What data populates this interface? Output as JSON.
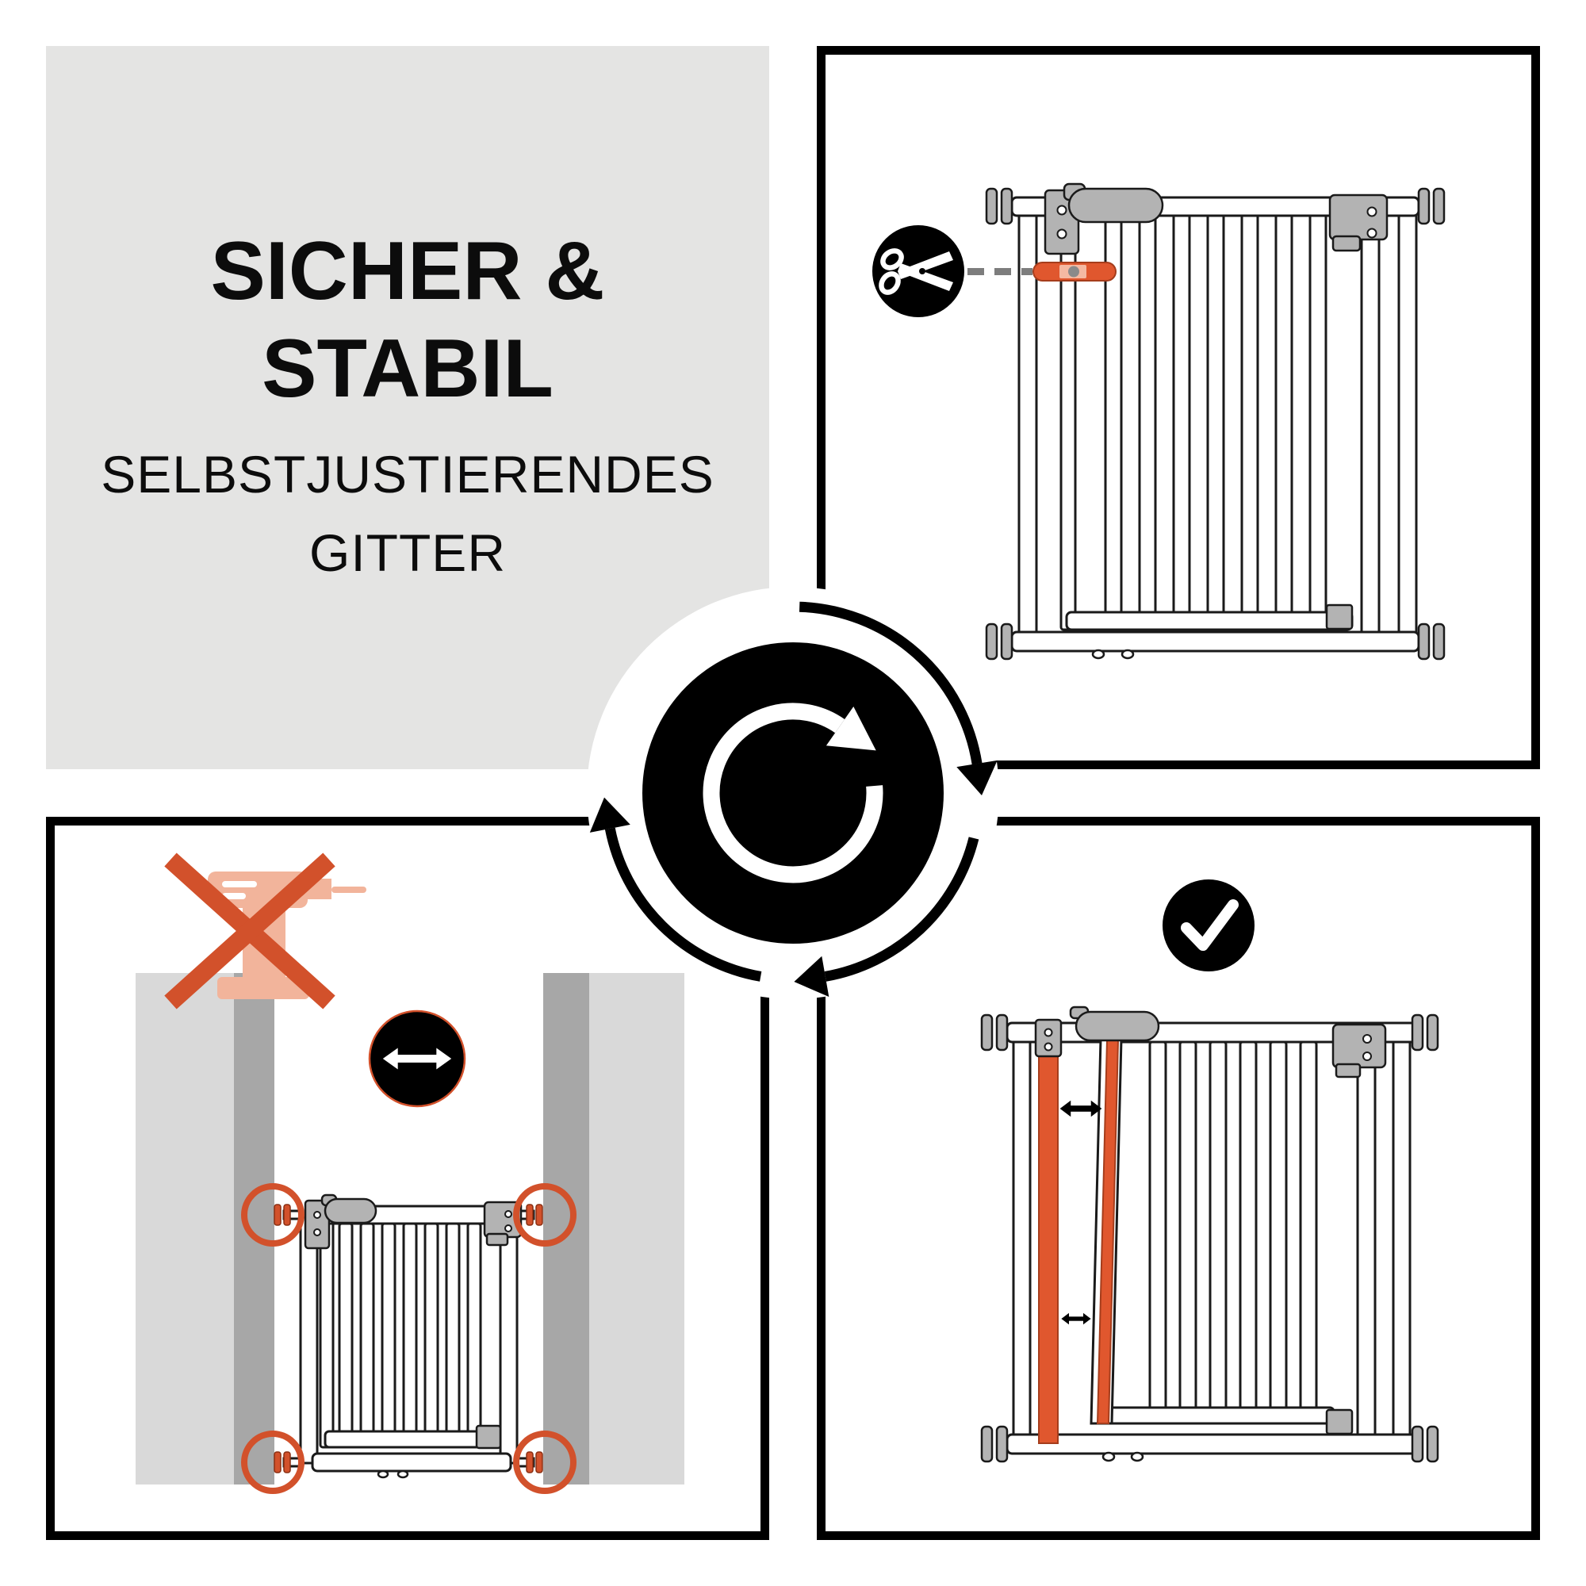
{
  "page": {
    "background": "#ffffff"
  },
  "colors": {
    "panel_gray": "#e4e4e3",
    "accent_orange": "#d2512b",
    "strap_orange": "#e0572e",
    "strap_highlight": "#f4b9a2",
    "drill_salmon": "#f2b49b",
    "wall_light": "#d9d9d9",
    "wall_dark": "#a7a7a7",
    "hardware_gray": "#b3b3b3",
    "outline_black": "#1a1a1a",
    "dash_gray": "#7d7d7d",
    "icon_black": "#000000"
  },
  "headline_panel": {
    "title_line1": "SICHER &",
    "title_line2": "STABIL",
    "subtitle_line1": "SELBSTJUSTIERENDES",
    "subtitle_line2": "GITTER"
  },
  "hub": {
    "icon": "rotate-clockwise-icon",
    "direction": "clockwise",
    "flow_arrow_count": 3
  },
  "panels": {
    "top_right": {
      "icons": [
        "scissors-icon"
      ],
      "cut_marker": "orange-strap-segment"
    },
    "bottom_left": {
      "icons": [
        "drill-icon",
        "no-drill-cross-icon",
        "horizontal-double-arrow-icon"
      ],
      "pressure_mount_rings": 4
    },
    "bottom_right": {
      "icons": [
        "checkmark-icon",
        "horizontal-double-arrow-icon",
        "horizontal-double-arrow-icon"
      ],
      "adjust_straps": 2
    }
  }
}
